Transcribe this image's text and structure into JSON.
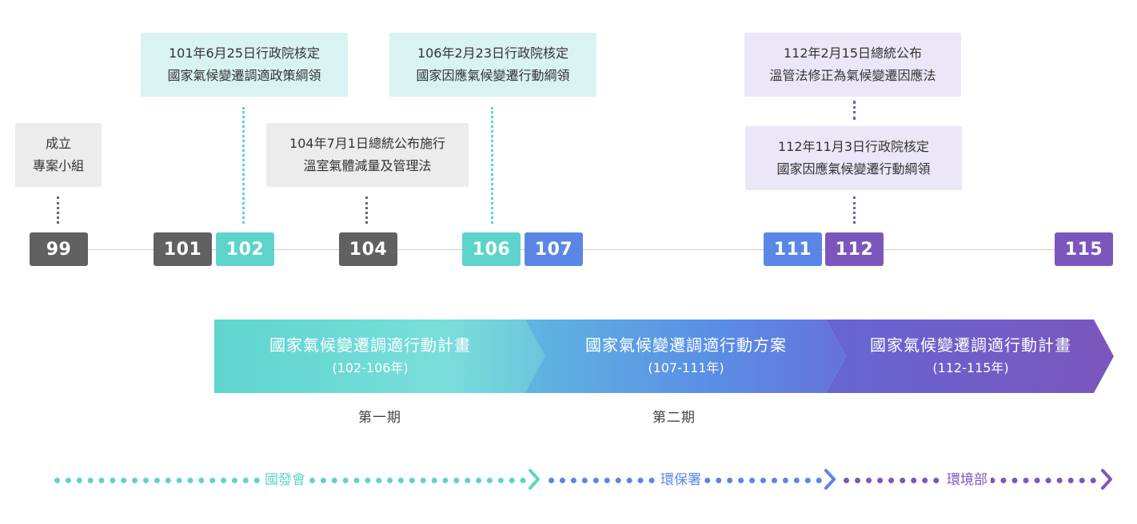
{
  "events": {
    "e99": {
      "lines": [
        "成立",
        "專案小組"
      ]
    },
    "e101": {
      "lines": [
        "101年6月25日行政院核定",
        "國家氣候變遷調適政策綱領"
      ]
    },
    "e104": {
      "lines": [
        "104年7月1日總統公布施行",
        "溫室氣體減量及管理法"
      ]
    },
    "e106": {
      "lines": [
        "106年2月23日行政院核定",
        "國家因應氣候變遷行動綱領"
      ]
    },
    "e112a": {
      "lines": [
        "112年2月15日總統公布",
        "溫管法修正為氣候變遷因應法"
      ]
    },
    "e112b": {
      "lines": [
        "112年11月3日行政院核定",
        "國家因應氣候變遷行動綱領"
      ]
    }
  },
  "years": [
    "99",
    "101",
    "102",
    "104",
    "106",
    "107",
    "111",
    "112",
    "115"
  ],
  "phases": [
    {
      "title": "國家氣候變遷調適行動計畫",
      "range": "(102-106年)"
    },
    {
      "title": "國家氣候變遷調適行動方案",
      "range": "(107-111年)"
    },
    {
      "title": "國家氣候變遷調適行動計畫",
      "range": "(112-115年)"
    }
  ],
  "periods": [
    "第一期",
    "第二期"
  ],
  "agencies": [
    "國發會",
    "環保署",
    "環境部"
  ],
  "colors": {
    "gray": "#616161",
    "teal": "#5ed3cc",
    "blue": "#5a87e6",
    "purple": "#7b57bd",
    "event_gray": "#ececec",
    "event_teal": "#d9f3f2",
    "event_purple": "#ebe7f9"
  }
}
